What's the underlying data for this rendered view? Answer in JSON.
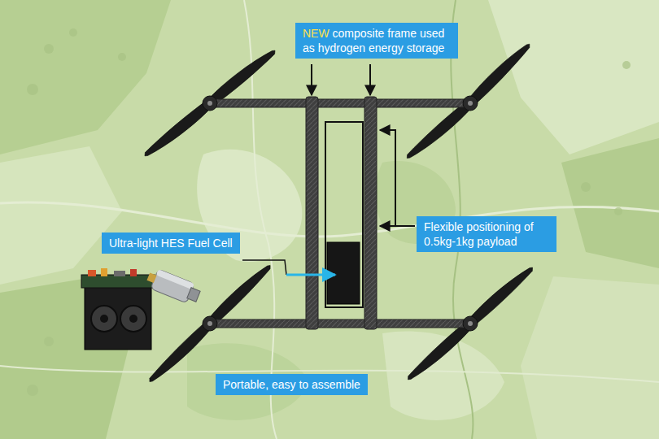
{
  "diagram": {
    "nodes": [
      {
        "text": [
          "NEW",
          "composite frame used as hydrogen energy storage"
        ]
      },
      {
        "text": [
          "Flexible positioning of 0.5kg-1kg payload"
        ]
      },
      {
        "text": [
          "Ultra-light HES Fuel Cell"
        ]
      },
      {
        "text": [
          "Portable, easy to assemble"
        ]
      }
    ]
  }
}
